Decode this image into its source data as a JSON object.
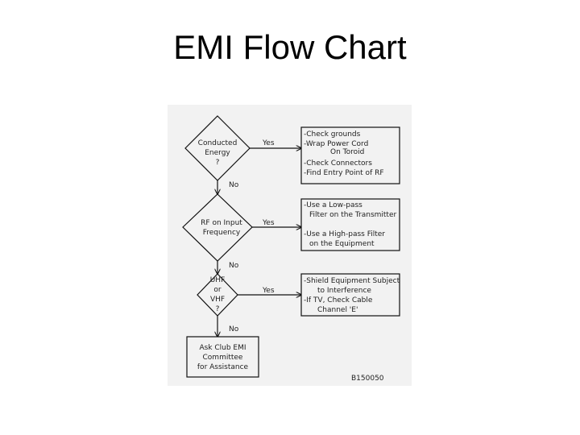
{
  "slide": {
    "title": "EMI Flow Chart"
  },
  "flowchart": {
    "decisions": [
      {
        "question": "Conducted\nEnergy\n?",
        "yes_label": "Yes",
        "no_label": "No",
        "actions": [
          "-Check grounds",
          "-Wrap Power Cord",
          "On Toroid",
          "-Check Connectors",
          "-Find Entry Point of RF"
        ]
      },
      {
        "question": "RF on Input\nFrequency",
        "yes_label": "Yes",
        "no_label": "No",
        "actions": [
          "-Use a Low-pass",
          "Filter on the Transmitter",
          "-Use a High-pass Filter",
          "on the Equipment"
        ]
      },
      {
        "question": "UHF\nor\nVHF\n?",
        "yes_label": "Yes",
        "no_label": "No",
        "actions": [
          "-Shield Equipment Subject",
          "to Interference",
          "-If TV, Check Cable",
          "Channel 'E'"
        ]
      }
    ],
    "terminal": "Ask Club EMI\nCommittee\nfor Assistance",
    "figure_id": "B150050"
  }
}
